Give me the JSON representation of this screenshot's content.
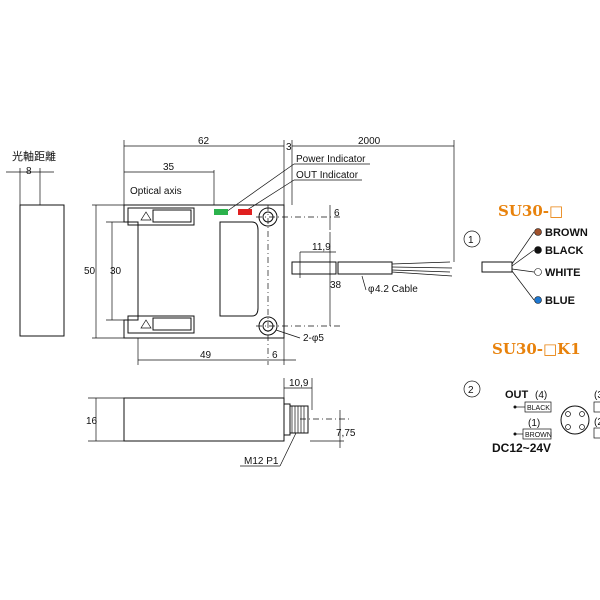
{
  "side_view": {
    "title": "光軸距離",
    "width_dim": "8"
  },
  "front_view": {
    "dims": {
      "total_width": "62",
      "offset": "3",
      "cable_length": "2000",
      "axis_pos": "35",
      "height": "50",
      "inner_height": "30",
      "hole_pitch": "38",
      "mount_offset": "6",
      "cable_offset": "11,9",
      "bottom_width": "49",
      "bottom_offset": "6"
    },
    "labels": {
      "optical_axis": "Optical axis",
      "power_indicator": "Power Indicator",
      "out_indicator": "OUT Indicator",
      "cable": "4.2 Cable",
      "holes": "2-φ5"
    }
  },
  "bottom_view": {
    "dims": {
      "connector_len": "10,9",
      "height": "16",
      "connector_offset": "7,75"
    },
    "labels": {
      "thread": "M12 P1"
    }
  },
  "wiring_1": {
    "number": "1",
    "model": "SU30-□",
    "wires": [
      {
        "label": "BROWN",
        "color": "#a0522d"
      },
      {
        "label": "BLACK",
        "color": "#111111"
      },
      {
        "label": "WHITE",
        "color": "#ffffff"
      },
      {
        "label": "BLUE",
        "color": "#1e78d2"
      }
    ]
  },
  "wiring_2": {
    "number": "2",
    "model": "SU30-□K1",
    "out_label": "OUT",
    "out_pin": "(4)",
    "pin3": "(3",
    "pin2": "(2",
    "pin1": "(1)",
    "black_tag": "BLACK",
    "brown_tag": "BROWN",
    "supply": "DC12~24V"
  },
  "colors": {
    "accent": "#e8820c",
    "green_led": "#2bb24c",
    "red_led": "#e02020"
  }
}
